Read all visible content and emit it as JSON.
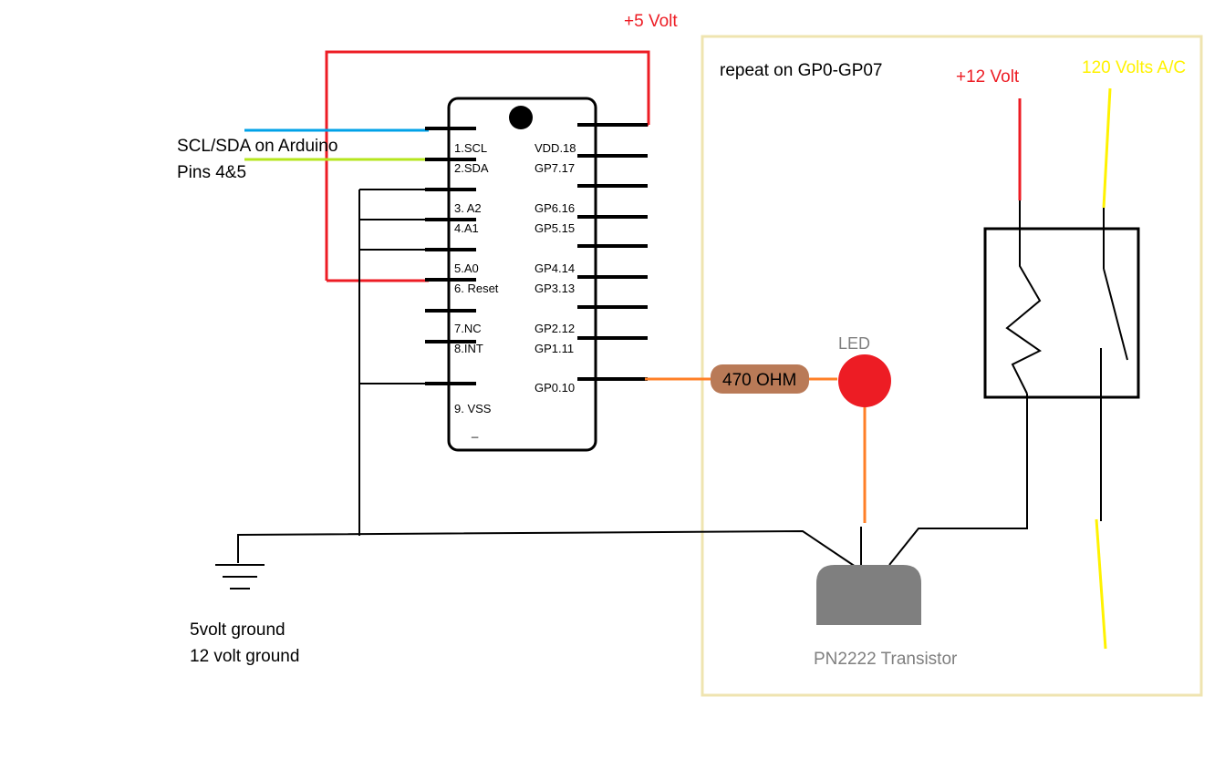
{
  "power": {
    "plus5": "+5 Volt",
    "plus12": "+12 Volt",
    "ac120": "120 Volts A/C"
  },
  "notes": {
    "repeat": "repeat on GP0-GP07",
    "i2c_line1": "SCL/SDA on Arduino",
    "i2c_line2": "Pins 4&5",
    "ground_line1": "5volt ground",
    "ground_line2": "12 volt ground"
  },
  "chip": {
    "left_pins": [
      "1.SCL",
      "2.SDA",
      "3. A2",
      "4.A1",
      "5.A0",
      "6. Reset",
      "7.NC",
      "8.INT",
      "9. VSS"
    ],
    "right_pins": [
      "VDD.18",
      "GP7.17",
      "GP6.16",
      "GP5.15",
      "GP4.14",
      "GP3.13",
      "GP2.12",
      "GP1.11",
      "GP0.10"
    ],
    "bottom_mark": "_"
  },
  "components": {
    "resistor": "470 OHM",
    "led": "LED",
    "transistor": "PN2222 Transistor"
  },
  "colors": {
    "red": "#ed1c24",
    "blue": "#00a2e8",
    "green": "#b5e61d",
    "orange": "#ff7f27",
    "yellow": "#fff200",
    "box": "#efe4b0",
    "resistor": "#b97a57",
    "transistor": "#7f7f7f",
    "led_label": "#7f7f7f"
  }
}
